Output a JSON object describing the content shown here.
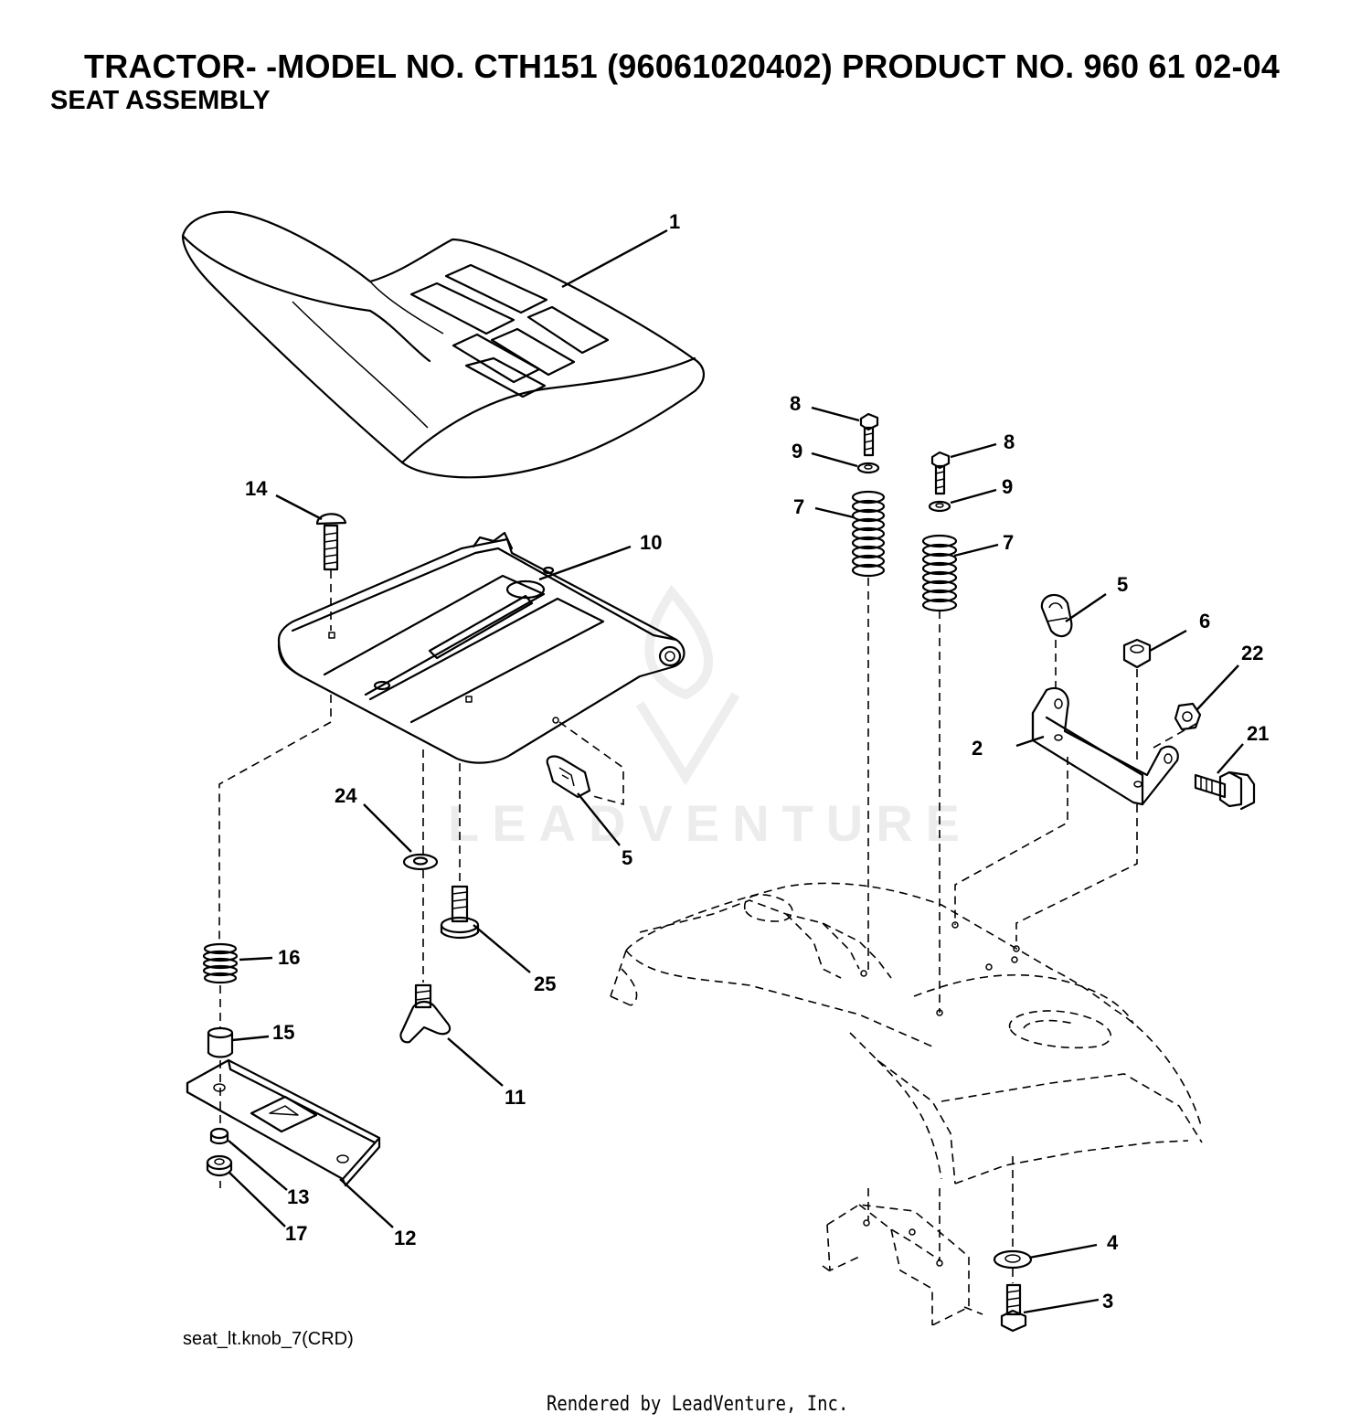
{
  "header": {
    "title": "TRACTOR- -MODEL NO. CTH151 (96061020402) PRODUCT NO. 960 61 02-04",
    "subtitle": "SEAT ASSEMBLY"
  },
  "diagram": {
    "code": "seat_lt.knob_7(CRD)",
    "watermark": "LEADVENTURE",
    "callouts": [
      {
        "id": "c1",
        "label": "1"
      },
      {
        "id": "c2",
        "label": "2"
      },
      {
        "id": "c3",
        "label": "3"
      },
      {
        "id": "c4",
        "label": "4"
      },
      {
        "id": "c5a",
        "label": "5"
      },
      {
        "id": "c5b",
        "label": "5"
      },
      {
        "id": "c6",
        "label": "6"
      },
      {
        "id": "c7a",
        "label": "7"
      },
      {
        "id": "c7b",
        "label": "7"
      },
      {
        "id": "c8a",
        "label": "8"
      },
      {
        "id": "c8b",
        "label": "8"
      },
      {
        "id": "c9a",
        "label": "9"
      },
      {
        "id": "c9b",
        "label": "9"
      },
      {
        "id": "c10",
        "label": "10"
      },
      {
        "id": "c11",
        "label": "11"
      },
      {
        "id": "c12",
        "label": "12"
      },
      {
        "id": "c13",
        "label": "13"
      },
      {
        "id": "c14",
        "label": "14"
      },
      {
        "id": "c15",
        "label": "15"
      },
      {
        "id": "c16",
        "label": "16"
      },
      {
        "id": "c17",
        "label": "17"
      },
      {
        "id": "c21",
        "label": "21"
      },
      {
        "id": "c22",
        "label": "22"
      },
      {
        "id": "c24",
        "label": "24"
      },
      {
        "id": "c25",
        "label": "25"
      }
    ]
  },
  "footer": {
    "text": "Rendered by LeadVenture, Inc."
  }
}
